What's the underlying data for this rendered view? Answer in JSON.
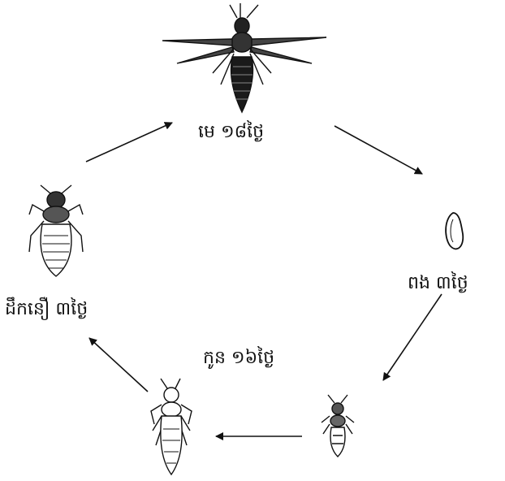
{
  "diagram": {
    "stages": {
      "adult": {
        "label": "មេ ១៨ថ្ងៃ",
        "icon": "adult-winged-insect-icon"
      },
      "egg": {
        "label": "ពង ៣ថ្ងៃ",
        "icon": "egg-icon"
      },
      "nymph1": {
        "label": "",
        "icon": "small-nymph-icon"
      },
      "larva": {
        "label": "កូន ១៦ថ្ងៃ",
        "icon": "larva-icon"
      },
      "pupa": {
        "label": "ដឹកនឿ ៣ថ្ងៃ",
        "icon": "pupa-icon"
      }
    },
    "colors": {
      "ink": "#111111",
      "background": "#ffffff"
    }
  }
}
